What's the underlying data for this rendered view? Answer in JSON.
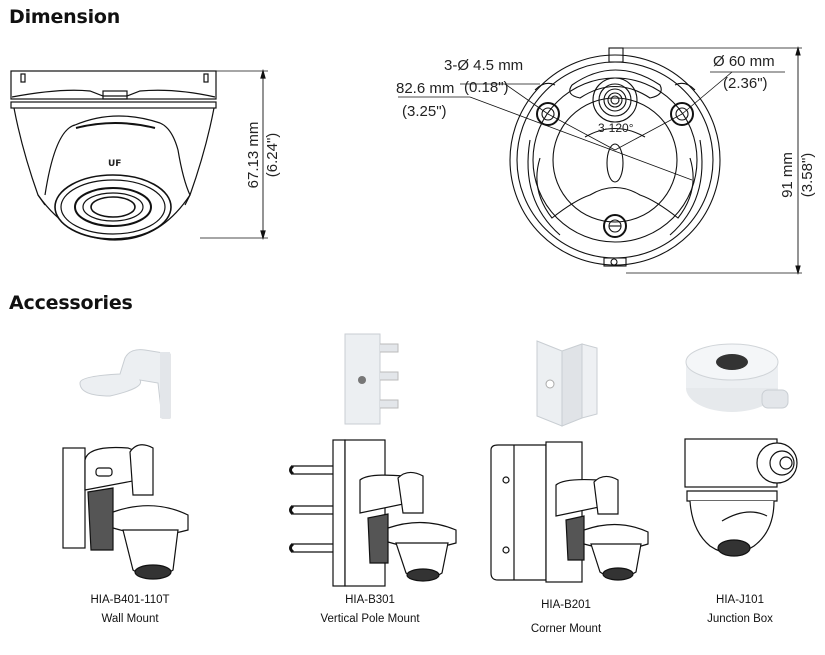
{
  "sections": {
    "dimension": {
      "title": "Dimension"
    },
    "accessories": {
      "title": "Accessories"
    }
  },
  "side_view": {
    "height_mm": "67.13 mm",
    "height_in": "(6.24\")",
    "logo_mark": "UF"
  },
  "base_view": {
    "hole_label_mm": "3-Ø 4.5 mm",
    "hole_label_in": "(0.18\")",
    "outer_diameter_mm": "82.6 mm",
    "outer_diameter_in": "(3.25\")",
    "hole_circle_mm": "Ø 60 mm",
    "hole_circle_in": "(2.36\")",
    "angle_label": "3-120°",
    "height_mm": "91 mm",
    "height_in": "(3.58\")"
  },
  "accessories": [
    {
      "model": "HIA-B401-110T",
      "name": "Wall Mount"
    },
    {
      "model": "HIA-B301",
      "name": "Vertical Pole Mount"
    },
    {
      "model": "HIA-B201",
      "name": "Corner Mount"
    },
    {
      "model": "HIA-J101",
      "name": "Junction Box"
    }
  ]
}
